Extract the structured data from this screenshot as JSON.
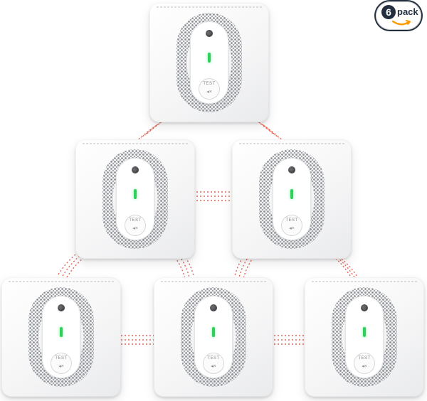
{
  "badge": {
    "count": "6",
    "label": "pack",
    "accent_color": "#ff9900",
    "dark_color": "#232f3e"
  },
  "product": {
    "unit_count": 6,
    "button_text": "TEST",
    "led_color": "#2fcf5b",
    "link_color": "#e04a3a",
    "icons": [
      "sensor-icon",
      "status-led-icon",
      "mute-icon",
      "wireless-link-icon",
      "amazon-smile-icon"
    ]
  }
}
